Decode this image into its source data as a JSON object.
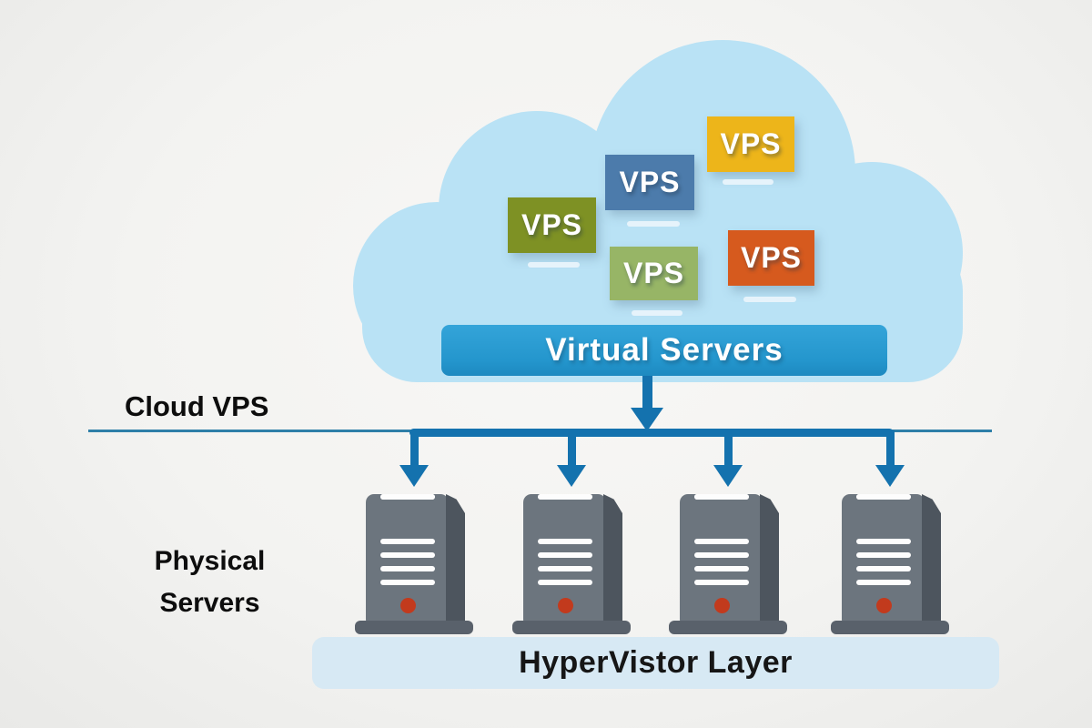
{
  "diagram": {
    "cloud": {
      "color": "#b9e2f5",
      "vps_boxes": [
        {
          "label": "VPS",
          "color": "#7e9124"
        },
        {
          "label": "VPS",
          "color": "#4c7bab"
        },
        {
          "label": "VPS",
          "color": "#edb51a"
        },
        {
          "label": "VPS",
          "color": "#97b566"
        },
        {
          "label": "VPS",
          "color": "#d65a1e"
        }
      ],
      "banner": {
        "label": "Virtual Servers",
        "color": "#2496cd"
      }
    },
    "section_labels": {
      "cloud_vps": "Cloud VPS",
      "physical_line1": "Physical",
      "physical_line2": "Servers"
    },
    "connectors": {
      "trunk_color": "#1472ae",
      "divider_color": "#2e7fa8"
    },
    "physical_servers": {
      "count": 4,
      "body_color": "#6c757e",
      "led_color": "#c23a1d"
    },
    "hypervisor_bar": {
      "label": "HyperVistor Layer",
      "color": "#d7e9f4"
    }
  }
}
